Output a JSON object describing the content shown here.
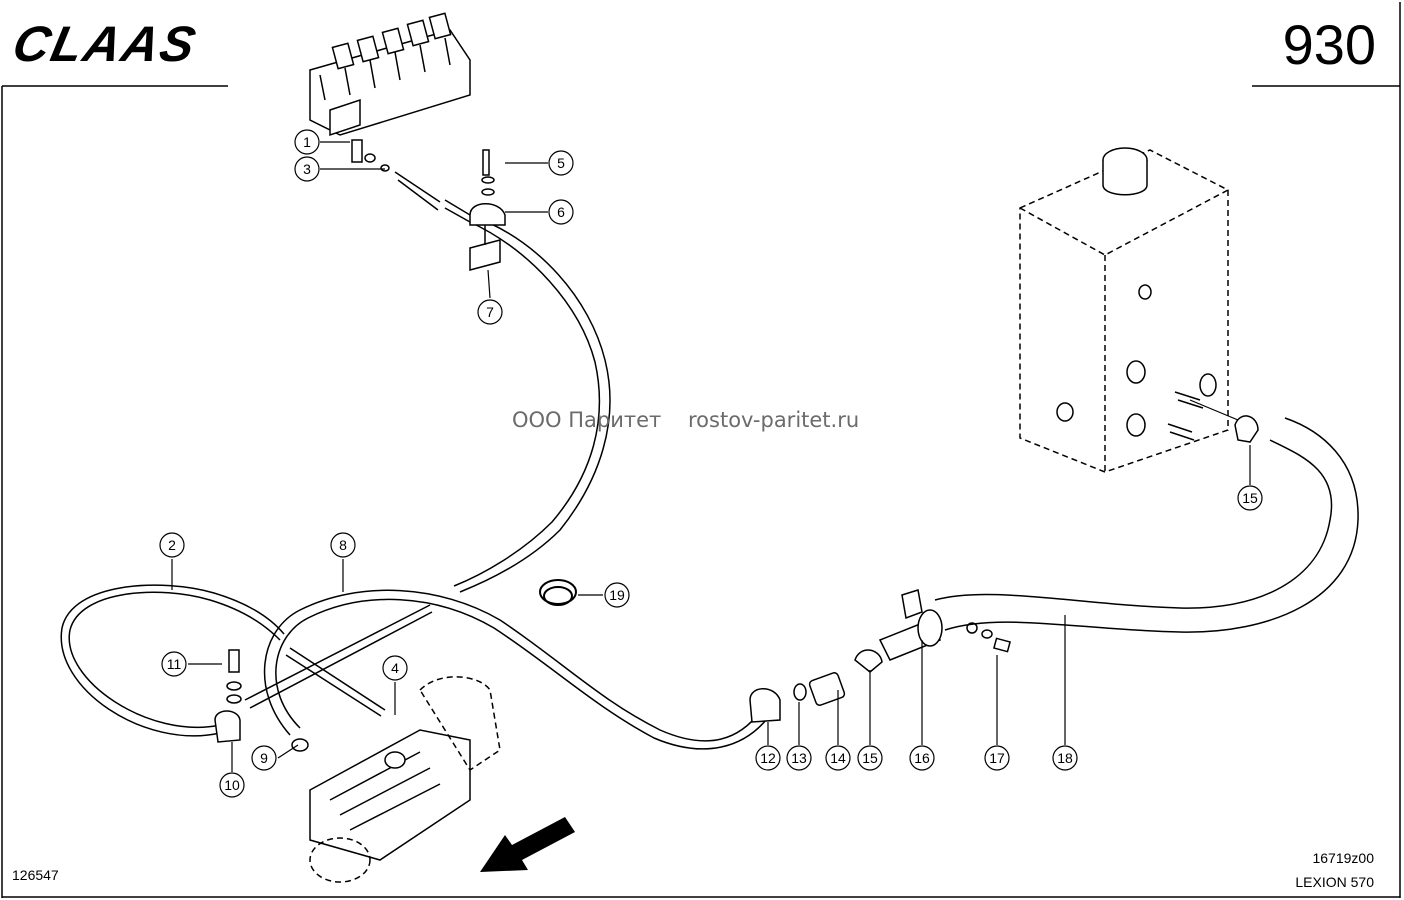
{
  "header": {
    "brand": "CLAAS",
    "page_number": "930"
  },
  "watermark": {
    "company": "ООО Паритет",
    "site": "rostov-paritet.ru"
  },
  "footer": {
    "left_code": "126547",
    "drawing_code": "16719z00",
    "model": "LEXION 570"
  },
  "callouts": [
    "1",
    "2",
    "3",
    "4",
    "5",
    "6",
    "7",
    "8",
    "9",
    "10",
    "11",
    "12",
    "13",
    "14",
    "15",
    "15",
    "16",
    "17",
    "18",
    "19"
  ]
}
